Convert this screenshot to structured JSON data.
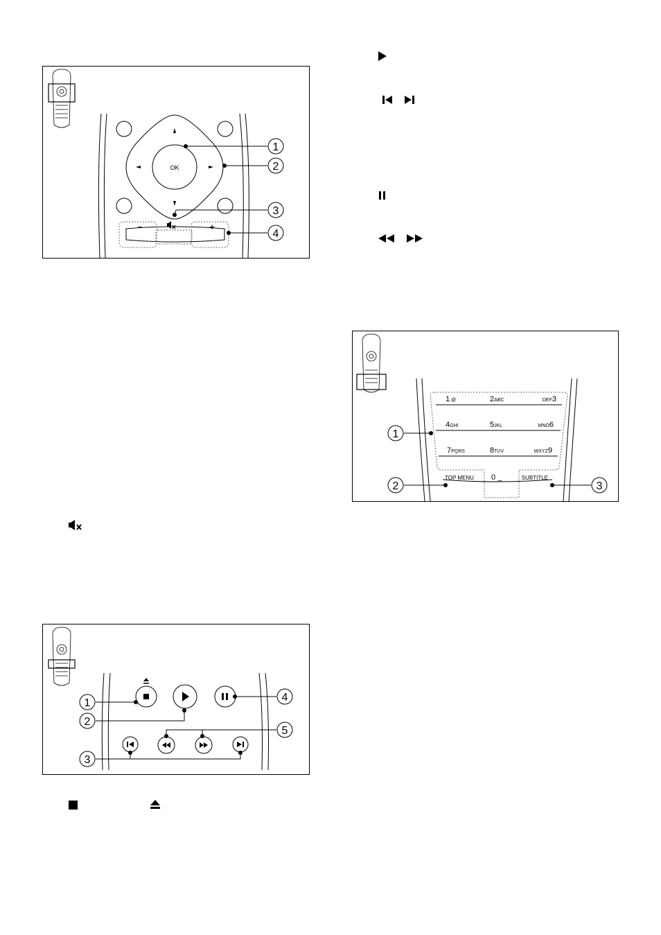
{
  "nav_panel": {
    "ok_label": "OK",
    "minus_label": "−",
    "plus_label": "+",
    "callouts": [
      "1",
      "2",
      "3",
      "4"
    ]
  },
  "playback_panel": {
    "callouts": [
      "1",
      "2",
      "3",
      "4",
      "5"
    ]
  },
  "keypad_panel": {
    "keys": [
      {
        "num": "1",
        "letters": ".@"
      },
      {
        "num": "2",
        "letters": "ABC"
      },
      {
        "num": "3",
        "letters": "DEF"
      },
      {
        "num": "4",
        "letters": "GHI"
      },
      {
        "num": "5",
        "letters": "JKL"
      },
      {
        "num": "6",
        "letters": "MNO"
      },
      {
        "num": "7",
        "letters": "PQRS"
      },
      {
        "num": "8",
        "letters": "TUV"
      },
      {
        "num": "9",
        "letters": "WXYZ"
      },
      {
        "num": "0",
        "letters": "_"
      }
    ],
    "top_menu_label": "TOP MENU",
    "subtitle_label": "SUBTITLE",
    "callouts": [
      "1",
      "2",
      "3"
    ]
  },
  "icons": [
    "play-icon",
    "previous-icon",
    "next-icon",
    "pause-icon",
    "rewind-icon",
    "fast-forward-icon",
    "mute-icon",
    "stop-icon",
    "eject-icon"
  ]
}
